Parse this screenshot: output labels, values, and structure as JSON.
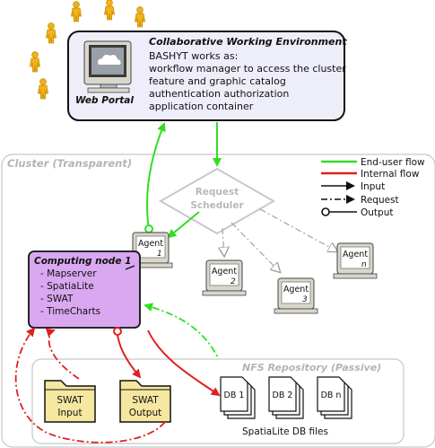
{
  "cwe": {
    "title": "Collaborative Working Environment",
    "intro": "BASHYT works as:",
    "lines": [
      "workflow manager to access the cluster",
      "feature and graphic catalog",
      "authentication authorization",
      "application container"
    ],
    "portal_label": "Web Portal"
  },
  "cluster": {
    "label": "Cluster (Transparent)"
  },
  "scheduler": {
    "line1": "Request",
    "line2": "Scheduler"
  },
  "agents": [
    {
      "name": "Agent",
      "num": "1"
    },
    {
      "name": "Agent",
      "num": "2"
    },
    {
      "name": "Agent",
      "num": "3"
    },
    {
      "name": "Agent",
      "num": "n"
    }
  ],
  "node": {
    "title": "Computing node 1",
    "items": [
      "- Mapserver",
      "- SpatiaLite",
      "- SWAT",
      "- TimeCharts"
    ]
  },
  "nfs": {
    "label": "NFS Repository (Passive)",
    "folders": [
      {
        "line1": "SWAT",
        "line2": "Input"
      },
      {
        "line1": "SWAT",
        "line2": "Output"
      }
    ],
    "dbs": [
      "DB 1",
      "DB 2",
      "DB n"
    ],
    "db_caption": "SpatiaLite DB files"
  },
  "legend": {
    "items": [
      "End-user flow",
      "Internal flow",
      "Input",
      "Request",
      "Output"
    ],
    "colors": {
      "enduser": "#33dd22",
      "internal": "#e02020"
    }
  }
}
